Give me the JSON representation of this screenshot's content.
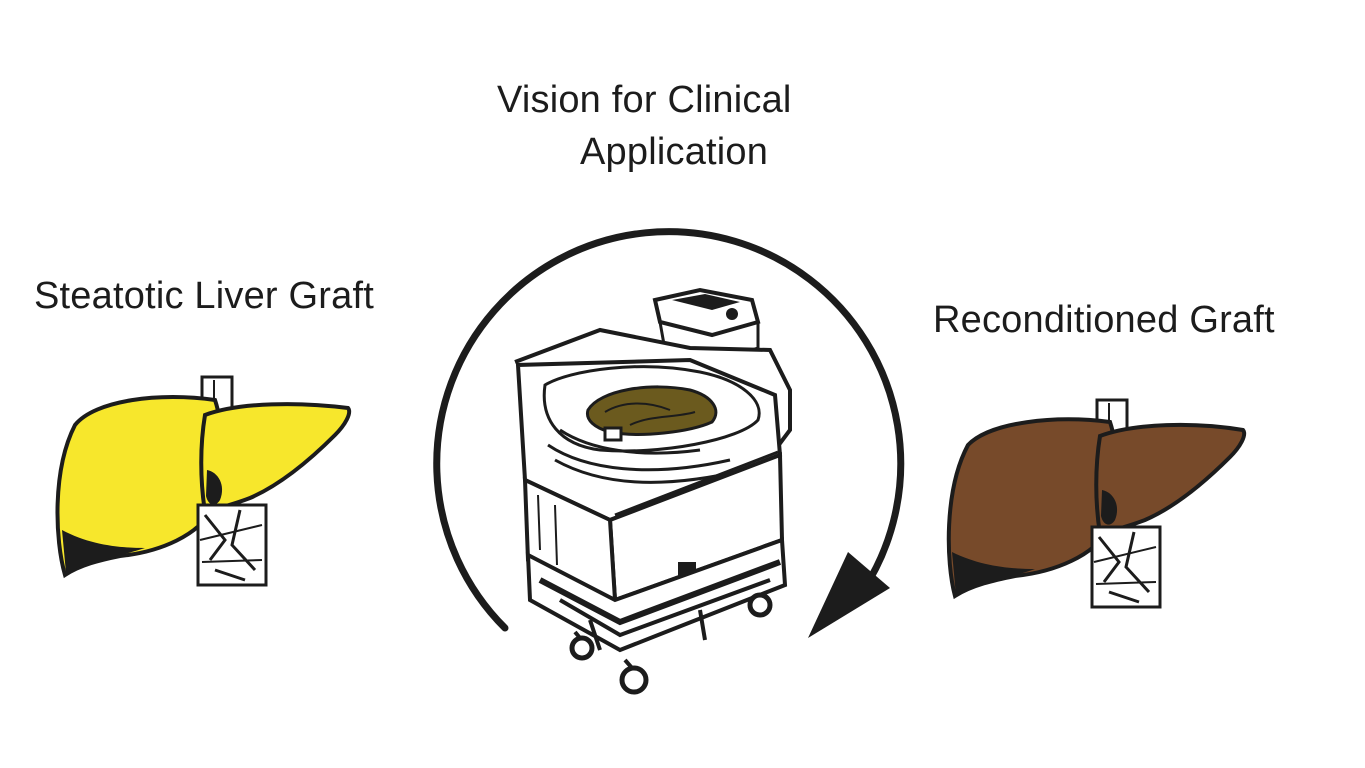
{
  "title": {
    "line1": "Vision for Clinical",
    "line2": "Application"
  },
  "left": {
    "label": "Steatotic Liver Graft",
    "liver_color": "#F7E72C"
  },
  "right": {
    "label": "Reconditioned Graft",
    "liver_color": "#774A2A"
  },
  "device": {
    "icon": "perfusion-machine-icon",
    "organ_color": "#6B5A1E"
  },
  "cycle": {
    "icon": "circular-arrow-icon",
    "color": "#1c1c1c"
  }
}
